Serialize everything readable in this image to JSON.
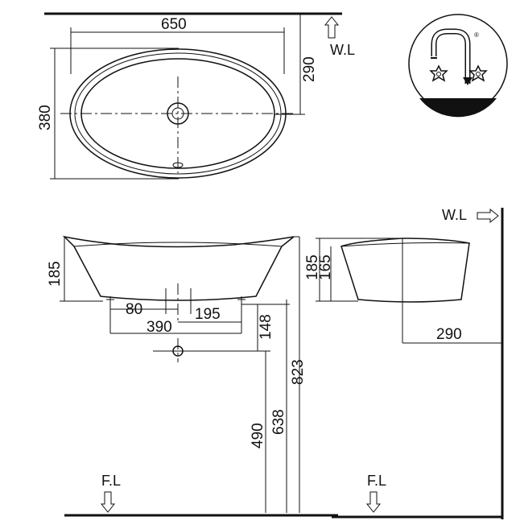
{
  "plan_view": {
    "width_label": "650",
    "depth_label": "380",
    "wall_offset_label": "290",
    "water_line_label": "W.L"
  },
  "front_view": {
    "height_label": "185",
    "dim_80": "80",
    "dim_195": "195",
    "dim_390": "390",
    "dim_148": "148",
    "dim_823": "823",
    "dim_638": "638",
    "dim_490": "490",
    "floor_label": "F.L"
  },
  "side_view": {
    "height_185": "185",
    "height_165": "165",
    "wall_distance": "290",
    "water_line_label": "W.L",
    "floor_label": "F.L"
  },
  "logo": {
    "name": "faucet-logo",
    "registered_mark": "®"
  }
}
